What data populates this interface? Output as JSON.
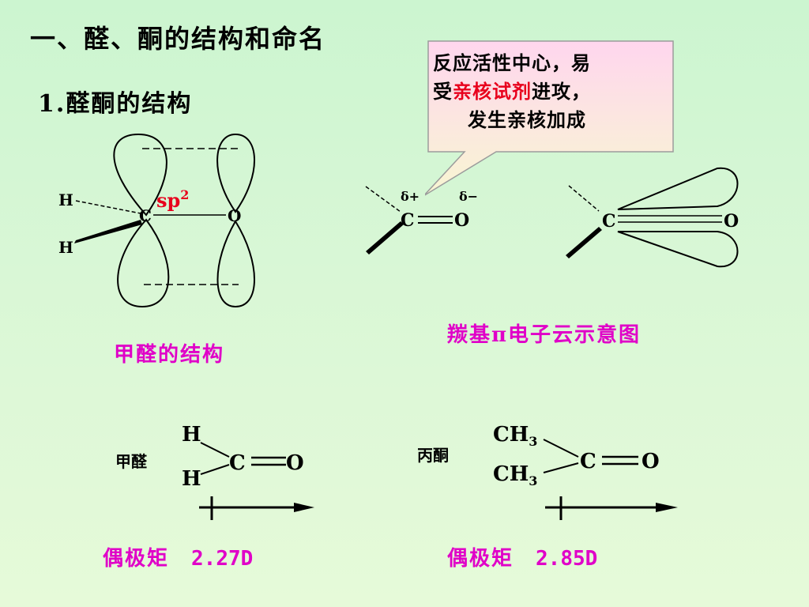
{
  "title": "一、醛、酮的结构和命名",
  "subtitle": "1.醛酮的结构",
  "callout": {
    "line1": "反应活性中心，易",
    "line2_pre": "受",
    "line2_red": "亲核试剂",
    "line2_post": "进攻，",
    "line3": "发生亲核加成"
  },
  "orbital": {
    "h_top": "H",
    "h_bottom": "H",
    "carbon": "C",
    "oxygen": "O",
    "hybrid_base": "sp",
    "hybrid_sup": "2",
    "caption": "甲醛的结构"
  },
  "polar": {
    "carbon": "C",
    "oxygen": "O",
    "delta_plus": "δ+",
    "delta_minus": "δ−"
  },
  "pi_cloud": {
    "carbon": "C",
    "oxygen": "O",
    "caption": "羰基π电子云示意图"
  },
  "formaldehyde": {
    "label": "甲醛",
    "h_top": "H",
    "h_bottom": "H",
    "carbon": "C",
    "oxygen": "O",
    "dipole_label": "偶极矩",
    "dipole_value": "2.27D"
  },
  "acetone": {
    "label": "丙酮",
    "ch3_top": "CH",
    "ch3_bottom": "CH",
    "sub": "3",
    "carbon": "C",
    "oxygen": "O",
    "dipole_label": "偶极矩",
    "dipole_value": "2.85D"
  },
  "colors": {
    "red": "#e8001c",
    "magenta": "#e000c8",
    "callout_fill": "#fcd9ec",
    "callout_border": "#9c9c9c"
  }
}
